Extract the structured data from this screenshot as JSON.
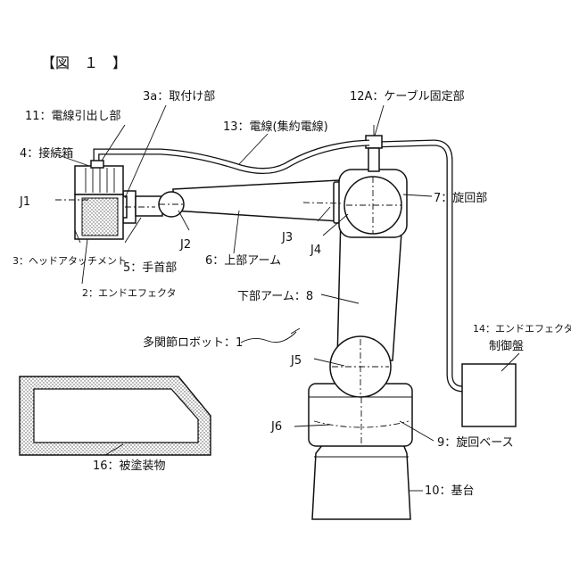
{
  "figure": {
    "title": "【図　１　】"
  },
  "labels": {
    "robot": "多関節ロボット：1",
    "end_effector": "2：エンドエフェクタ",
    "head_attachment": "3：ヘッドアタッチメント",
    "mount_part": "3a：取付け部",
    "connection_box": "4：接続箱",
    "wrist": "5：手首部",
    "upper_arm": "6：上部アーム",
    "turning_part": "7：旋回部",
    "lower_arm": "下部アーム：8",
    "turning_base": "9：旋回ベース",
    "base": "10：基台",
    "wire_lead": "11：電線引出し部",
    "cable_fixing": "12A：ケーブル固定部",
    "wire": "13：電線(集約電線)",
    "controller_line1": "14：エンドエフェクタ",
    "controller_line2": "制御盤",
    "workpiece": "16：被塗装物",
    "j1": "J1",
    "j2": "J2",
    "j3": "J3",
    "j4": "J4",
    "j5": "J5",
    "j6": "J6"
  }
}
